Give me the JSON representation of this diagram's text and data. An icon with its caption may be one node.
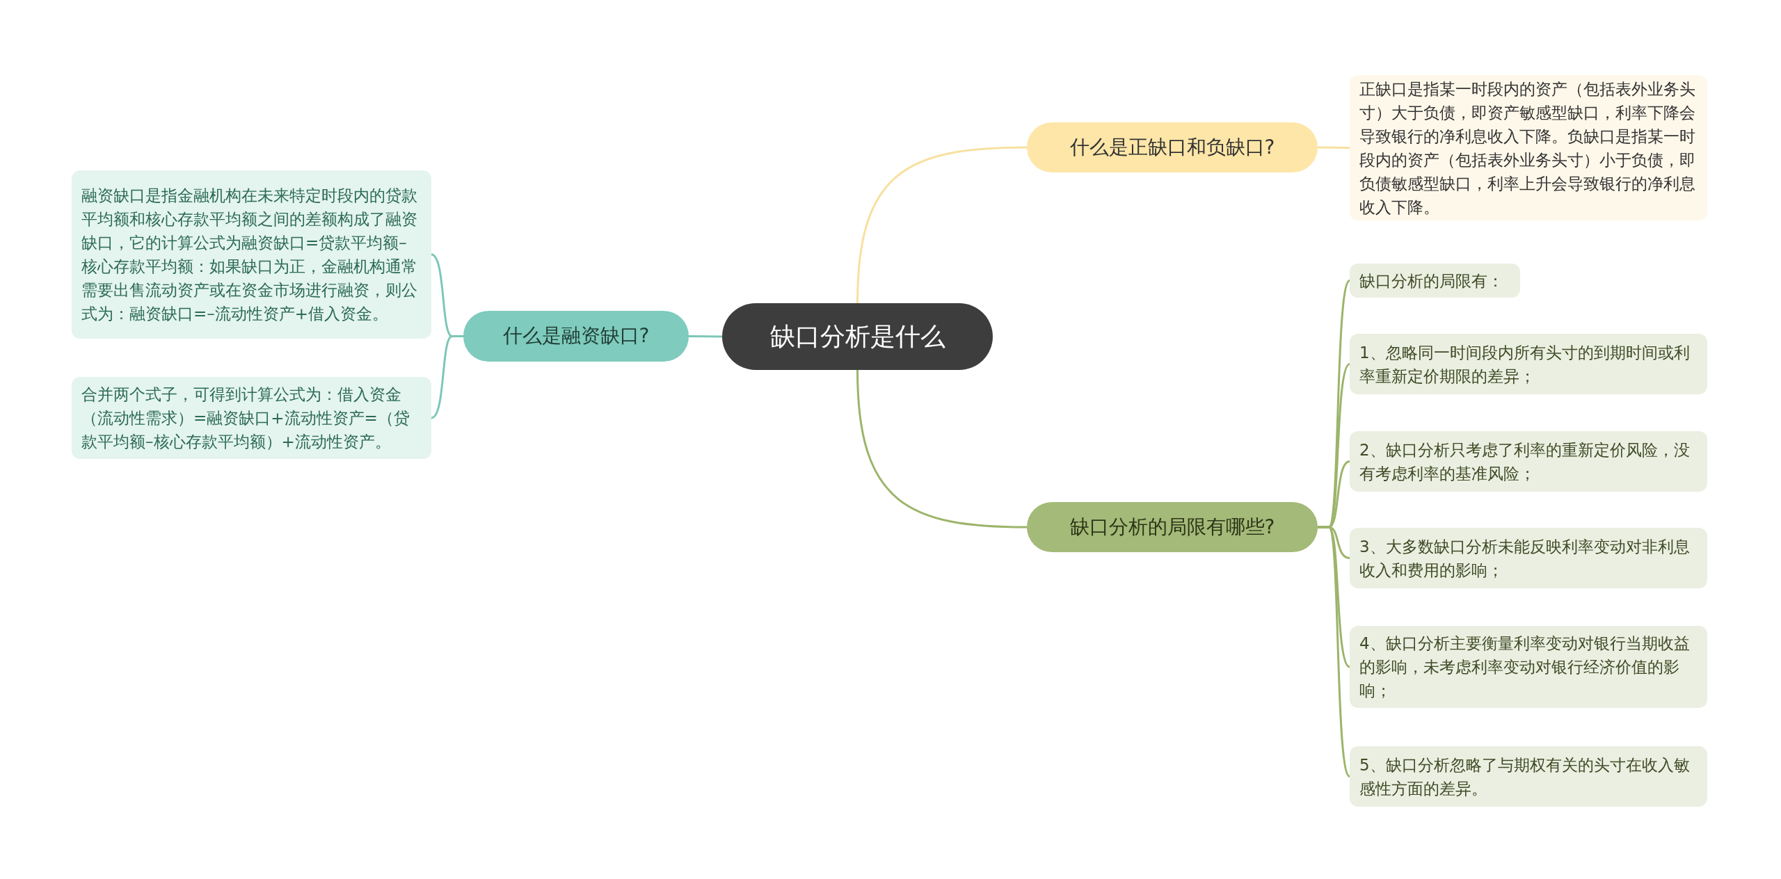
{
  "diagram": {
    "nodes": [
      {
        "text": [
          "缺口分析是什么"
        ]
      },
      {
        "text": [
          "什么是正缺口和负缺口?"
        ]
      },
      {
        "text": [
          "正缺口是指某一时段内的资产（包括表外业务头寸）大于负债，即资产敏感型缺口，利率下降会导致银行的净利息收入下降。负缺口是指某一时段内的资产（包括表外业务头寸）小于负债，即负债敏感型缺口，利率上升会导致银行的净利息收入下降。"
        ]
      },
      {
        "text": [
          "缺口分析的局限有哪些?"
        ]
      },
      {
        "text": [
          "缺口分析的局限有："
        ]
      },
      {
        "text": [
          "1、忽略同一时间段内所有头寸的到期时间或利率重新定价期限的差异；"
        ]
      },
      {
        "text": [
          "2、缺口分析只考虑了利率的重新定价风险，没有考虑利率的基准风险；"
        ]
      },
      {
        "text": [
          "3、大多数缺口分析未能反映利率变动对非利息收入和费用的影响；"
        ]
      },
      {
        "text": [
          "4、缺口分析主要衡量利率变动对银行当期收益的影响，未考虑利率变动对银行经济价值的影响；"
        ]
      },
      {
        "text": [
          "5、缺口分析忽略了与期权有关的头寸在收入敏感性方面的差异。"
        ]
      },
      {
        "text": [
          "什么是融资缺口?"
        ]
      },
      {
        "text": [
          "融资缺口是指金融机构在未来特定时段内的贷款平均额和核心存款平均额之间的差额构成了融资缺口，它的计算公式为融资缺口=贷款平均额–核心存款平均额：如果缺口为正，金融机构通常需要出售流动资产或在资金市场进行融资，则公式为：融资缺口=–流动性资产+借入资金。"
        ]
      },
      {
        "text": [
          "合并两个式子，可得到计算公式为：借入资金（流动性需求）=融资缺口+流动性资产=（贷款平均额–核心存款平均额）+流动性资产。"
        ]
      }
    ],
    "edges": [
      {
        "from": 0,
        "to": 1,
        "arrow": "none",
        "color": "#f8e0a0"
      },
      {
        "from": 1,
        "to": 2,
        "arrow": "none",
        "color": "#f8e0a0"
      },
      {
        "from": 0,
        "to": 3,
        "arrow": "none"
      },
      {
        "from": 3,
        "to": 4,
        "arrow": "none"
      },
      {
        "from": 3,
        "to": 5,
        "arrow": "none"
      },
      {
        "from": 3,
        "to": 6,
        "arrow": "none"
      },
      {
        "from": 3,
        "to": 7,
        "arrow": "none"
      },
      {
        "from": 3,
        "to": 8,
        "arrow": "none"
      },
      {
        "from": 3,
        "to": 9,
        "arrow": "none"
      },
      {
        "from": 0,
        "to": 10,
        "arrow": "none",
        "color": "#7cc7b8"
      },
      {
        "from": 10,
        "to": 11,
        "arrow": "none",
        "color": "#7cc7b8"
      },
      {
        "from": 10,
        "to": 12,
        "arrow": "none",
        "color": "#7cc7b8"
      }
    ]
  }
}
